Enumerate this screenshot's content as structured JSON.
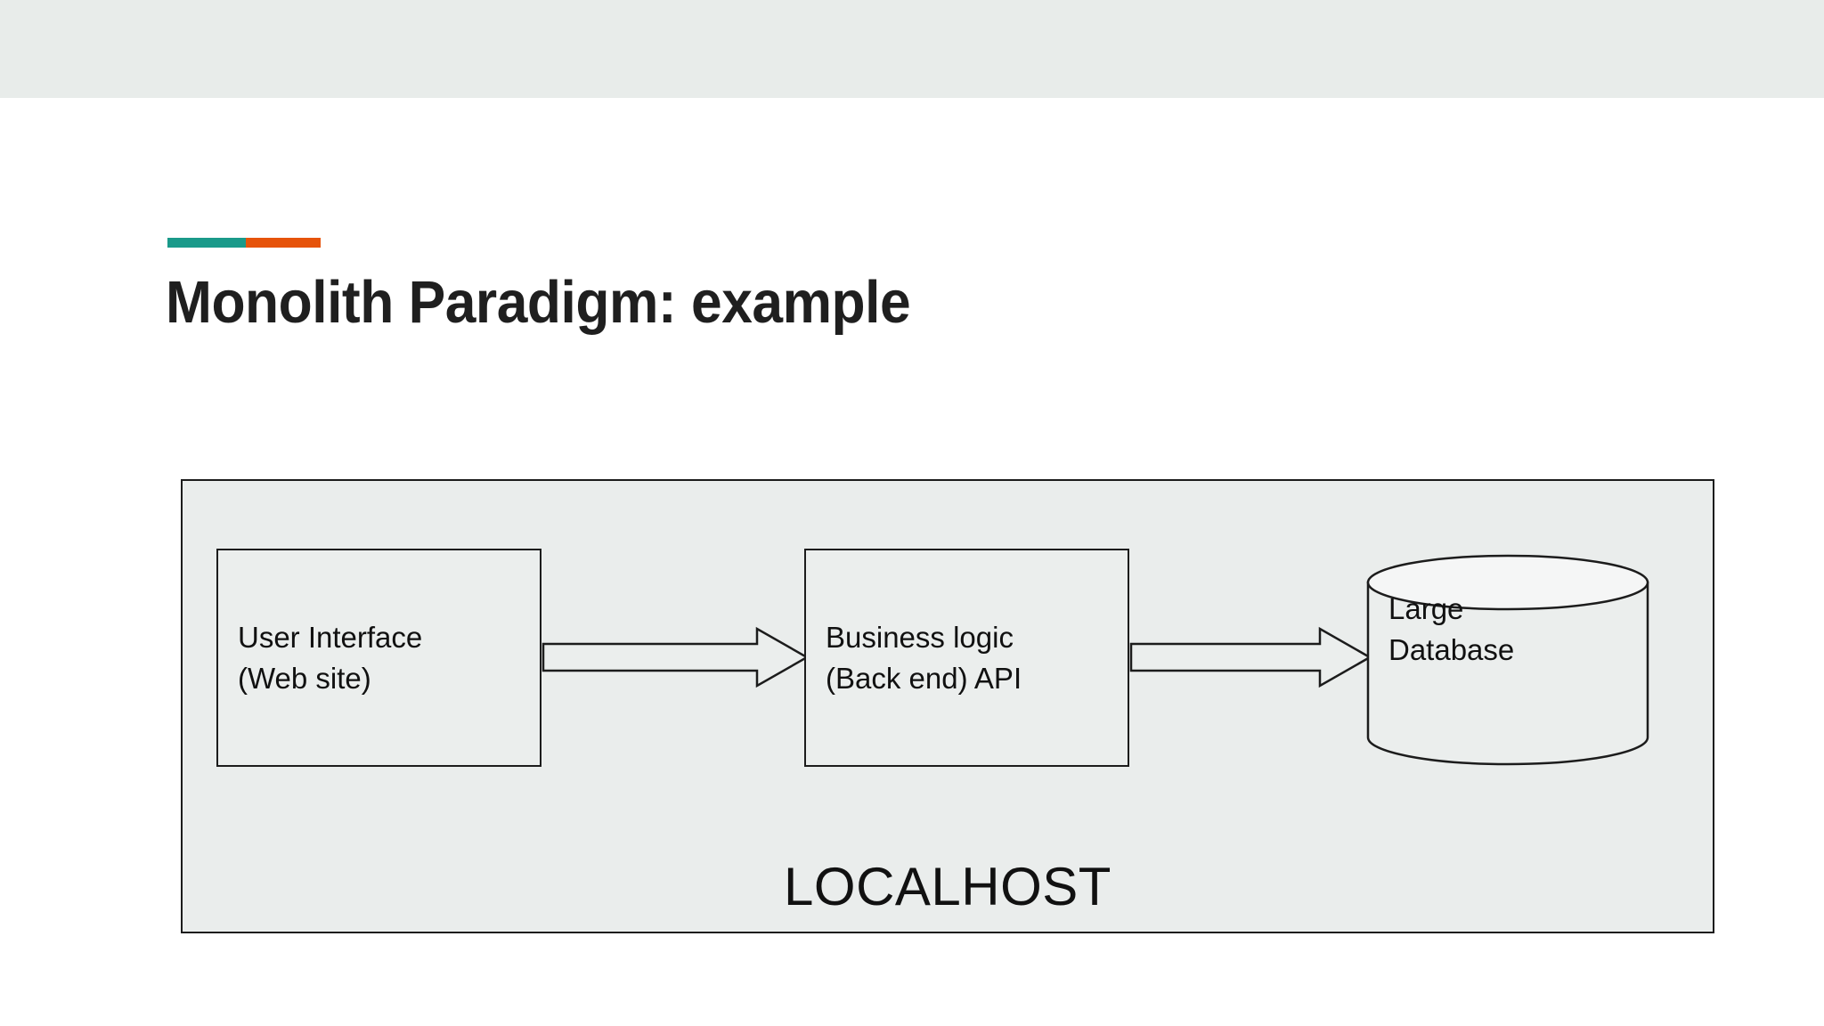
{
  "slide": {
    "title": "Monolith Paradigm: example",
    "accent": {
      "teal": "#1a9a8a",
      "orange": "#e6530a"
    },
    "top_band_color": "#e8ecea",
    "background_color": "#ffffff"
  },
  "diagram": {
    "container_label": "LOCALHOST",
    "container_fill": "#eaedec",
    "stroke_color": "#1c1c1c",
    "nodes": [
      {
        "id": "user-interface",
        "shape": "rectangle",
        "lines": [
          "User Interface",
          "(Web site)"
        ]
      },
      {
        "id": "business-logic",
        "shape": "rectangle",
        "lines": [
          "Business logic",
          "(Back end) API"
        ]
      },
      {
        "id": "large-database",
        "shape": "cylinder",
        "lines": [
          "Large",
          "Database"
        ]
      }
    ],
    "arrows": [
      {
        "id": "ui-to-api",
        "from": "user-interface",
        "to": "business-logic",
        "style": "hollow-block-arrow"
      },
      {
        "id": "api-to-db",
        "from": "business-logic",
        "to": "large-database",
        "style": "hollow-block-arrow"
      }
    ]
  }
}
